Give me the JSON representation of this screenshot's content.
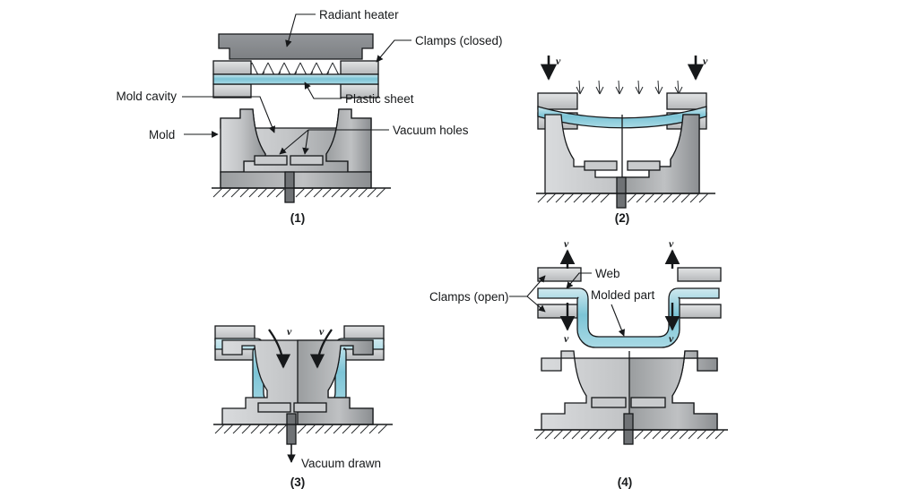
{
  "figure": {
    "title": "Vacuum thermoforming process sequence",
    "background_color": "#ffffff"
  },
  "colors": {
    "mold_light": "#d5d7d9",
    "mold_mid": "#b9bbbd",
    "mold_dark": "#878a8d",
    "heater_fill": "#8a8d90",
    "clamp_fill": "#c9cbcd",
    "sheet_teal": "#8fd0dd",
    "sheet_teal_dark": "#2f8fa6",
    "outline": "#16181a",
    "text": "#16181a",
    "slot_fill": "#c9cbcd",
    "ground_line": "#16181a"
  },
  "panels": [
    {
      "id": "panel-1",
      "caption": "(1)",
      "labels": [
        {
          "name": "radiant-heater",
          "text": "Radiant heater"
        },
        {
          "name": "clamps-closed",
          "text": "Clamps (closed)"
        },
        {
          "name": "plastic-sheet",
          "text": "Plastic sheet"
        },
        {
          "name": "mold-cavity",
          "text": "Mold cavity"
        },
        {
          "name": "mold",
          "text": "Mold"
        },
        {
          "name": "vacuum-holes",
          "text": "Vacuum holes"
        }
      ]
    },
    {
      "id": "panel-2",
      "caption": "(2)",
      "labels": [
        {
          "name": "velocity-left",
          "text": "v"
        },
        {
          "name": "velocity-right",
          "text": "v"
        }
      ]
    },
    {
      "id": "panel-3",
      "caption": "(3)",
      "labels": [
        {
          "name": "velocity-left",
          "text": "v"
        },
        {
          "name": "velocity-right",
          "text": "v"
        },
        {
          "name": "vacuum-drawn",
          "text": "Vacuum drawn"
        }
      ]
    },
    {
      "id": "panel-4",
      "caption": "(4)",
      "labels": [
        {
          "name": "clamps-open",
          "text": "Clamps (open)"
        },
        {
          "name": "web",
          "text": "Web"
        },
        {
          "name": "molded-part",
          "text": "Molded part"
        },
        {
          "name": "velocity-top-left",
          "text": "v"
        },
        {
          "name": "velocity-top-right",
          "text": "v"
        },
        {
          "name": "velocity-bottom-left",
          "text": "v"
        },
        {
          "name": "velocity-bottom-right",
          "text": "v"
        }
      ]
    }
  ],
  "text": {
    "radiant_heater": "Radiant heater",
    "clamps_closed": "Clamps (closed)",
    "plastic_sheet": "Plastic sheet",
    "mold_cavity": "Mold cavity",
    "mold": "Mold",
    "vacuum_holes": "Vacuum holes",
    "vacuum_drawn": "Vacuum drawn",
    "clamps_open": "Clamps (open)",
    "web": "Web",
    "molded_part": "Molded part",
    "v": "v",
    "cap1": "(1)",
    "cap2": "(2)",
    "cap3": "(3)",
    "cap4": "(4)"
  }
}
